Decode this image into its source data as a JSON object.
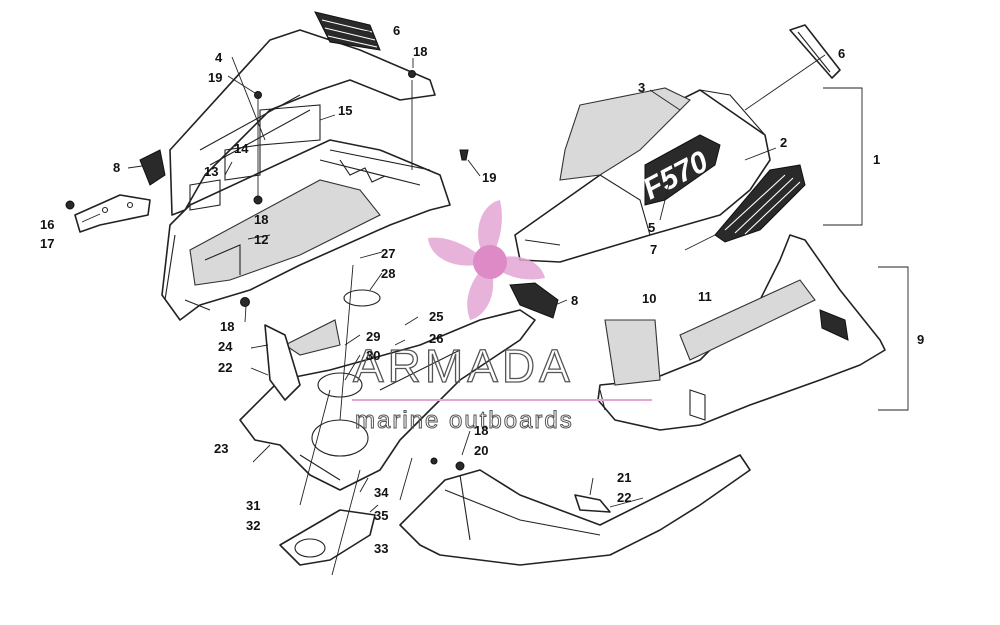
{
  "diagram": {
    "callouts": {
      "c1": "1",
      "c2": "2",
      "c3": "3",
      "c4": "4",
      "c5": "5",
      "c6a": "6",
      "c6b": "6",
      "c7": "7",
      "c8a": "8",
      "c8b": "8",
      "c9": "9",
      "c10": "10",
      "c11": "11",
      "c12": "12",
      "c13": "13",
      "c14": "14",
      "c15": "15",
      "c16": "16",
      "c17": "17",
      "c18a": "18",
      "c18b": "18",
      "c18c": "18",
      "c18d": "18",
      "c19a": "19",
      "c19b": "19",
      "c20": "20",
      "c21": "21",
      "c22a": "22",
      "c22b": "22",
      "c23": "23",
      "c24": "24",
      "c25": "25",
      "c26": "26",
      "c27": "27",
      "c28": "28",
      "c29": "29",
      "c30": "30",
      "c31": "31",
      "c32": "32",
      "c33": "33",
      "c34": "34",
      "c35": "35"
    },
    "hood_logo": "F570"
  },
  "watermark": {
    "brand": "ARMADA",
    "tagline": "marine outboards",
    "colors": {
      "propeller": "#e3a6d3",
      "hub": "#de8ac6",
      "text_outline": "#555555"
    }
  }
}
